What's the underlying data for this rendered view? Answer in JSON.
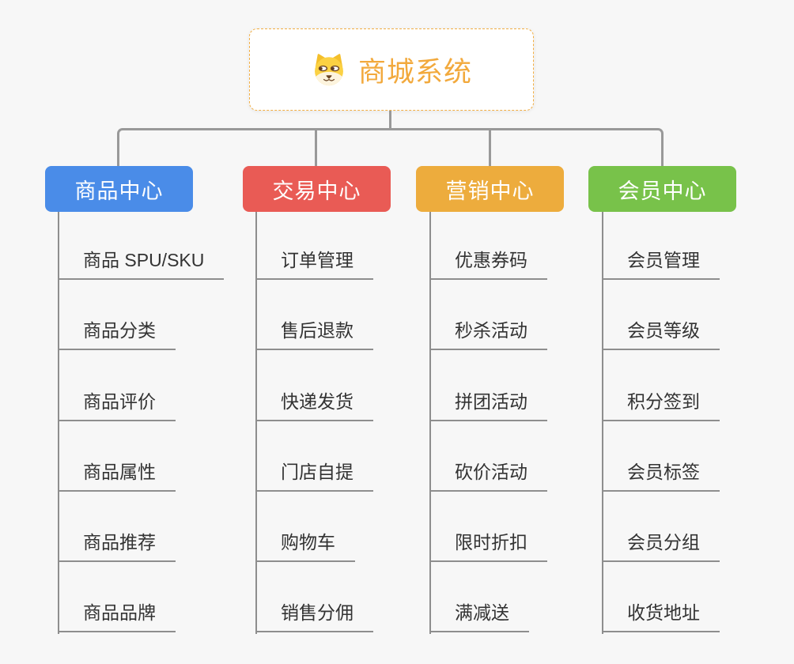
{
  "root": {
    "label": "商城系统",
    "icon": "dog-face-icon",
    "accent_color": "#f2a93c",
    "border_color": "#f2ae44"
  },
  "connector_color": "#999999",
  "underline_color": "#8e8e8e",
  "child_text_color": "#333333",
  "background_color": "#f7f7f7",
  "branches": [
    {
      "label": "商品中心",
      "color": "#4a8ce8",
      "children": [
        "商品 SPU/SKU",
        "商品分类",
        "商品评价",
        "商品属性",
        "商品推荐",
        "商品品牌"
      ]
    },
    {
      "label": "交易中心",
      "color": "#e95b55",
      "children": [
        "订单管理",
        "售后退款",
        "快递发货",
        "门店自提",
        "购物车",
        "销售分佣"
      ]
    },
    {
      "label": "营销中心",
      "color": "#edac3d",
      "children": [
        "优惠券码",
        "秒杀活动",
        "拼团活动",
        "砍价活动",
        "限时折扣",
        "满减送"
      ]
    },
    {
      "label": "会员中心",
      "color": "#78c24a",
      "children": [
        "会员管理",
        "会员等级",
        "积分签到",
        "会员标签",
        "会员分组",
        "收货地址"
      ]
    }
  ]
}
